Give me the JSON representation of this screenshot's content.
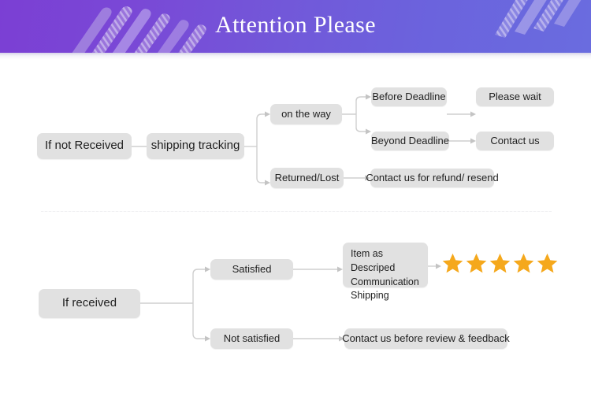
{
  "banner": {
    "title": "Attention Please",
    "gradient_from": "#7b3fd4",
    "gradient_to": "#6a6cdf",
    "title_color": "#ffffff"
  },
  "theme": {
    "node_fill": "#e1e1e1",
    "node_text": "#1f1f1f",
    "connector": "#cfcfcf",
    "star_color": "#f5a81c",
    "background": "#ffffff",
    "divider": "#f0f0f2"
  },
  "chart_data": {
    "type": "diagram",
    "title": "Attention Please",
    "sections": [
      {
        "id": "not-received",
        "root": "If not Received",
        "nodes": [
          {
            "id": "n-root",
            "label": "If not Received"
          },
          {
            "id": "n-tracking",
            "label": "shipping tracking"
          },
          {
            "id": "n-on-the-way",
            "label": "on the way"
          },
          {
            "id": "n-returned-lost",
            "label": "Returned/Lost"
          },
          {
            "id": "n-before-deadline",
            "label": "Before Deadline"
          },
          {
            "id": "n-beyond-deadline",
            "label": "Beyond Deadline"
          },
          {
            "id": "n-please-wait",
            "label": "Please wait"
          },
          {
            "id": "n-contact-us",
            "label": "Contact us"
          },
          {
            "id": "n-refund-resend",
            "label": "Contact us for refund/ resend"
          }
        ],
        "edges": [
          {
            "from": "n-root",
            "to": "n-tracking"
          },
          {
            "from": "n-tracking",
            "to": "n-on-the-way"
          },
          {
            "from": "n-tracking",
            "to": "n-returned-lost"
          },
          {
            "from": "n-on-the-way",
            "to": "n-before-deadline"
          },
          {
            "from": "n-on-the-way",
            "to": "n-beyond-deadline"
          },
          {
            "from": "n-before-deadline",
            "to": "n-please-wait"
          },
          {
            "from": "n-beyond-deadline",
            "to": "n-contact-us"
          },
          {
            "from": "n-returned-lost",
            "to": "n-refund-resend"
          }
        ]
      },
      {
        "id": "received",
        "root": "If received",
        "nodes": [
          {
            "id": "r-root",
            "label": "If received"
          },
          {
            "id": "r-satisfied",
            "label": "Satisfied"
          },
          {
            "id": "r-not-satisfied",
            "label": "Not satisfied"
          },
          {
            "id": "r-criteria",
            "label": "Item as Descriped\nCommunication\nShipping"
          },
          {
            "id": "r-rating",
            "label": "5 stars"
          },
          {
            "id": "r-contact",
            "label": "Contact us before review & feedback"
          }
        ],
        "edges": [
          {
            "from": "r-root",
            "to": "r-satisfied"
          },
          {
            "from": "r-root",
            "to": "r-not-satisfied"
          },
          {
            "from": "r-satisfied",
            "to": "r-criteria"
          },
          {
            "from": "r-criteria",
            "to": "r-rating"
          },
          {
            "from": "r-not-satisfied",
            "to": "r-contact"
          }
        ]
      }
    ]
  },
  "flow_not_received": {
    "root": "If not Received",
    "tracking": "shipping tracking",
    "on_the_way": "on the way",
    "returned_lost": "Returned/Lost",
    "before_deadline": "Before Deadline",
    "beyond_deadline": "Beyond Deadline",
    "please_wait": "Please wait",
    "contact_us": "Contact us",
    "refund_resend": "Contact us for refund/ resend"
  },
  "flow_received": {
    "root": "If received",
    "satisfied": "Satisfied",
    "not_satisfied": "Not satisfied",
    "criteria_line1": "Item as Descriped",
    "criteria_line2": "Communication",
    "criteria_line3": "Shipping",
    "contact": "Contact us before review & feedback",
    "star_count": 5
  }
}
